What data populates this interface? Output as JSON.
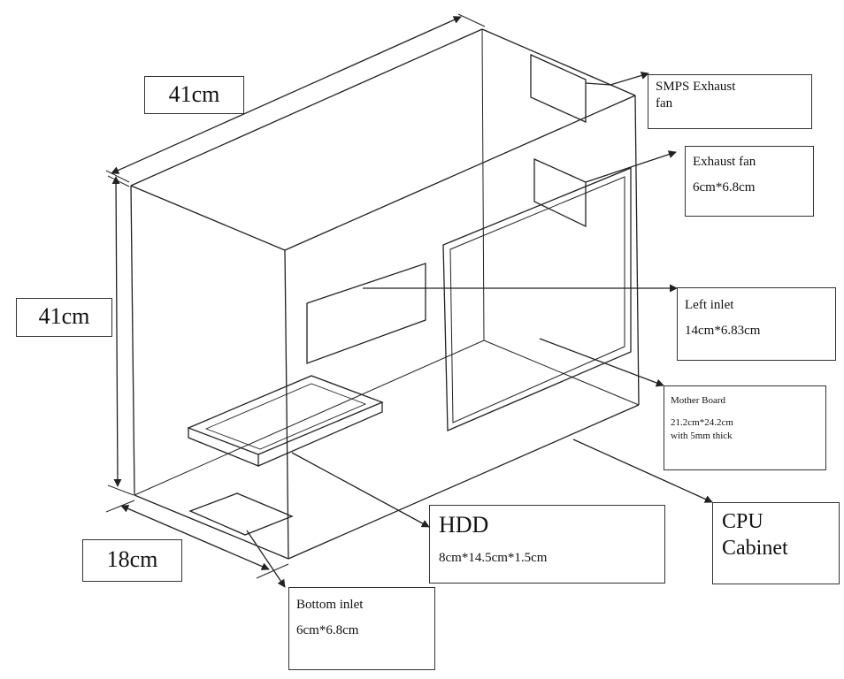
{
  "dimensions": {
    "top_depth": "41cm",
    "height": "41cm",
    "width": "18cm"
  },
  "labels": {
    "smps": {
      "line1": "SMPS Exhaust",
      "line2": "fan"
    },
    "exhaust": {
      "line1": "Exhaust fan",
      "line2": "6cm*6.8cm"
    },
    "left_inlet": {
      "line1": "Left inlet",
      "line2": "14cm*6.83cm"
    },
    "motherboard": {
      "line1": "Mother Board",
      "line2": "21.2cm*24.2cm",
      "line3": "with 5mm thick"
    },
    "hdd": {
      "line1": "HDD",
      "line2": "8cm*14.5cm*1.5cm"
    },
    "cpu": {
      "line1": "CPU",
      "line2": "Cabinet"
    },
    "bottom_inlet": {
      "line1": "Bottom inlet",
      "line2": "6cm*6.8cm"
    }
  }
}
